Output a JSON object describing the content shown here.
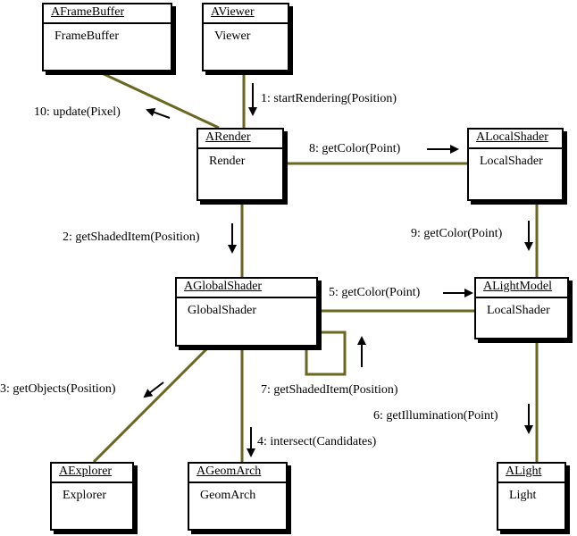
{
  "colors": {
    "link": "#6b6620",
    "ink": "#000000",
    "background": "#ffffff"
  },
  "objects": {
    "frame_buffer": {
      "name": "AFrameBuffer",
      "class": "FrameBuffer"
    },
    "viewer": {
      "name": "AViewer",
      "class": "Viewer"
    },
    "render": {
      "name": "ARender",
      "class": "Render"
    },
    "local_shader": {
      "name": "ALocalShader",
      "class": "LocalShader"
    },
    "global_shader": {
      "name": "AGlobalShader",
      "class": "GlobalShader"
    },
    "light_model": {
      "name": "ALightModel",
      "class": "LocalShader"
    },
    "explorer": {
      "name": "AExplorer",
      "class": "Explorer"
    },
    "geom_arch": {
      "name": "AGeomArch",
      "class": "GeomArch"
    },
    "light": {
      "name": "ALight",
      "class": "Light"
    }
  },
  "messages": {
    "m1": "1: startRendering(Position)",
    "m2": "2: getShadedItem(Position)",
    "m3": "3: getObjects(Position)",
    "m4": "4: intersect(Candidates)",
    "m5": "5: getColor(Point)",
    "m6": "6: getIllumination(Point)",
    "m7": "7: getShadedItem(Position)",
    "m8": "8: getColor(Point)",
    "m9": "9: getColor(Point)",
    "m10": "10: update(Pixel)"
  }
}
